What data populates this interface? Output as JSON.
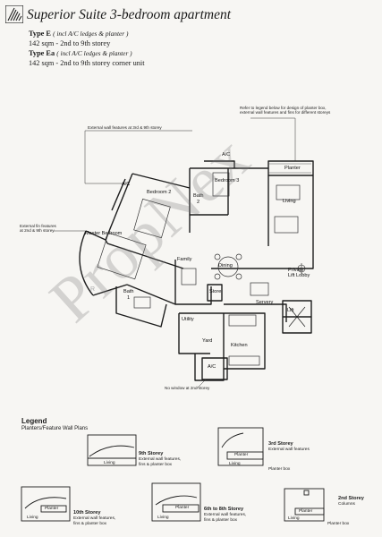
{
  "header": {
    "title": "Superior Suite 3-bedroom apartment",
    "type_e_label": "Type E",
    "type_e_note": "( incl A/C ledges & planter )",
    "type_e_desc": "142 sqm - 2nd to 9th storey",
    "type_ea_label": "Type Ea",
    "type_ea_note": "( incl A/C ledges & planter )",
    "type_ea_desc": "142 sqm - 2nd to 9th storey corner unit"
  },
  "plan": {
    "notes": {
      "legend_ref": [
        "Refer to legend below for design of planter box,",
        "external wall features and fins for different storeys"
      ],
      "ext_wall": "External wall features at 3rd & 9th storey",
      "ext_fin": [
        "External fin features",
        "at 2nd & 9th storey"
      ],
      "no_window": "No window at 2nd storey"
    },
    "rooms": {
      "ac_top": "A/C",
      "planter": "Planter",
      "bedroom3": "Bedroom 3",
      "ac_left": "A/C",
      "bedroom2": "Bedroom 2",
      "bath2": "Bath",
      "bath2_num": "2",
      "living": "Living",
      "master": "Master Bedroom",
      "family": "Family",
      "dining": "Dining",
      "bath1": "Bath",
      "bath1_num": "1",
      "store": "Store",
      "private_lift": [
        "Private",
        "Lift Lobby"
      ],
      "servery": "Servery",
      "lift": "Lift",
      "utility": "Utility",
      "yard": "Yard",
      "kitchen": "Kitchen",
      "ac_bottom": "A/C"
    },
    "watermark": "PropNex",
    "watermark_mark": "R"
  },
  "legend": {
    "title": "Legend",
    "subtitle": "Planters/Feature Wall Plans",
    "items": [
      {
        "title": "9th Storey",
        "desc": [
          "External wall features,",
          "fins & planter box"
        ],
        "living": "Living",
        "planter": ""
      },
      {
        "title": "3rd Storey",
        "desc": [
          "External wall features"
        ],
        "living": "Living",
        "planter": "Planter",
        "box": "Planter box"
      },
      {
        "title": "10th Storey",
        "desc": [
          "External wall features,",
          "fins & planter box"
        ],
        "living": "Living",
        "planter": "Planter"
      },
      {
        "title": "6th to 8th Storey",
        "desc": [
          "External wall features,",
          "fins & planter box"
        ],
        "living": "Living",
        "planter": "Planter"
      },
      {
        "title": "2nd Storey",
        "desc": [
          "Columns"
        ],
        "living": "Living",
        "planter": "Planter",
        "box": "Planter box"
      }
    ]
  }
}
